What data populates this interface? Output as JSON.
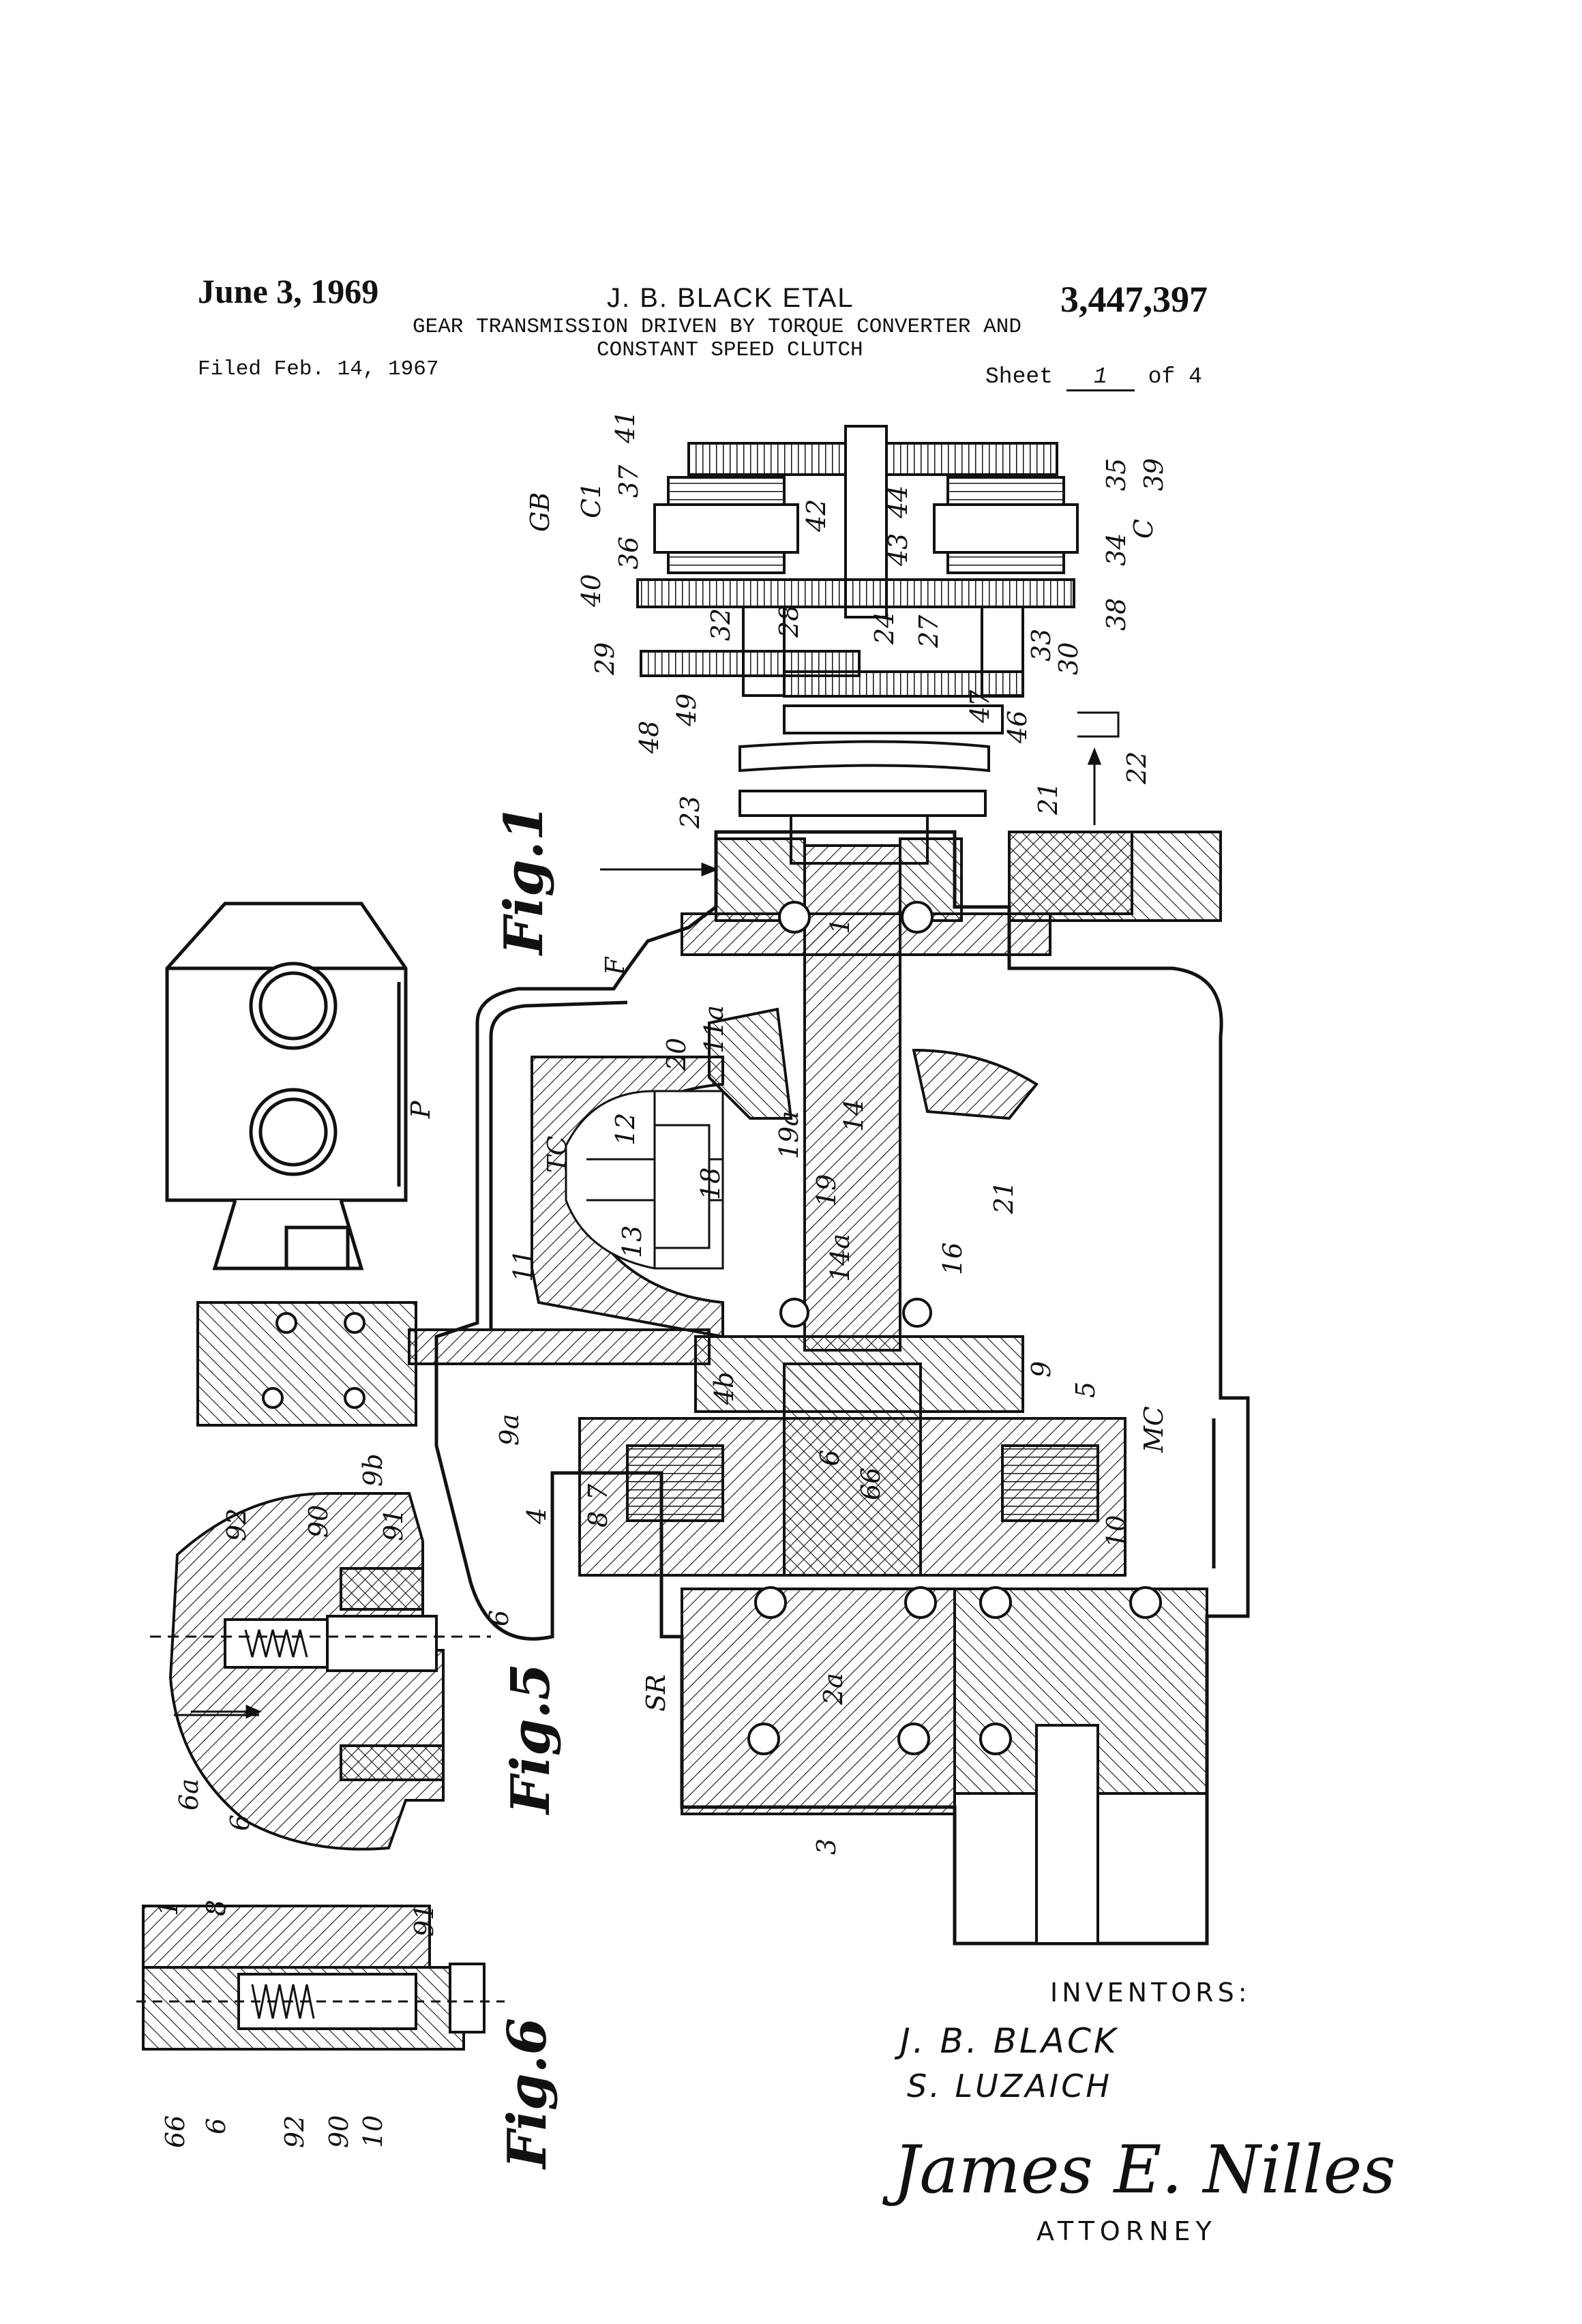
{
  "header": {
    "date": "June 3, 1969",
    "inventor_short": "J. B. BLACK ETAL",
    "patent_number": "3,447,397",
    "title_line1": "GEAR TRANSMISSION DRIVEN BY TORQUE CONVERTER AND",
    "title_line2": "CONSTANT SPEED CLUTCH",
    "filed": "Filed Feb. 14, 1967",
    "sheet_prefix": "Sheet",
    "sheet_number": "1",
    "sheet_of": "of 4"
  },
  "figures": {
    "fig1": "Fig.1",
    "fig5": "Fig.5",
    "fig6": "Fig.6"
  },
  "reference_numerals": {
    "gb": "GB",
    "c1": "C1",
    "c": "C",
    "n41": "41",
    "n37": "37",
    "n36": "36",
    "n40": "40",
    "n42": "42",
    "n43": "43",
    "n44": "44",
    "n35": "35",
    "n39": "39",
    "n34": "34",
    "n38": "38",
    "n29": "29",
    "n32": "32",
    "n28": "28",
    "n24": "24",
    "n27": "27",
    "n33": "33",
    "n30": "30",
    "n49": "49",
    "n48": "48",
    "n47": "47",
    "n46": "46",
    "n23": "23",
    "n21": "21",
    "n22": "22",
    "f": "F",
    "n11a": "11a",
    "n20": "20",
    "n12": "12",
    "n18": "18",
    "n19a": "19a",
    "n14": "14",
    "n19": "19",
    "tc": "TC",
    "n13": "13",
    "n11": "11",
    "n16": "16",
    "n14a": "14a",
    "p": "P",
    "n9": "9",
    "n9a": "9a",
    "n9b": "9b",
    "n4b": "4b",
    "n6": "6",
    "n66": "66",
    "n5": "5",
    "mc": "MC",
    "n4": "4",
    "n7": "7",
    "n8": "8",
    "n10": "10",
    "sr": "SR",
    "n3": "3",
    "n2a": "2a",
    "n92": "92",
    "n90": "90",
    "n91": "91",
    "n6a": "6a",
    "n1": "1",
    "n66b": "66",
    "n10b": "10"
  },
  "signatures": {
    "inventors_label": "INVENTORS:",
    "inventor1": "J. B. BLACK",
    "inventor2": "S. LUZAICH",
    "attorney_signature": "James E. Nilles",
    "attorney_label": "ATTORNEY"
  }
}
